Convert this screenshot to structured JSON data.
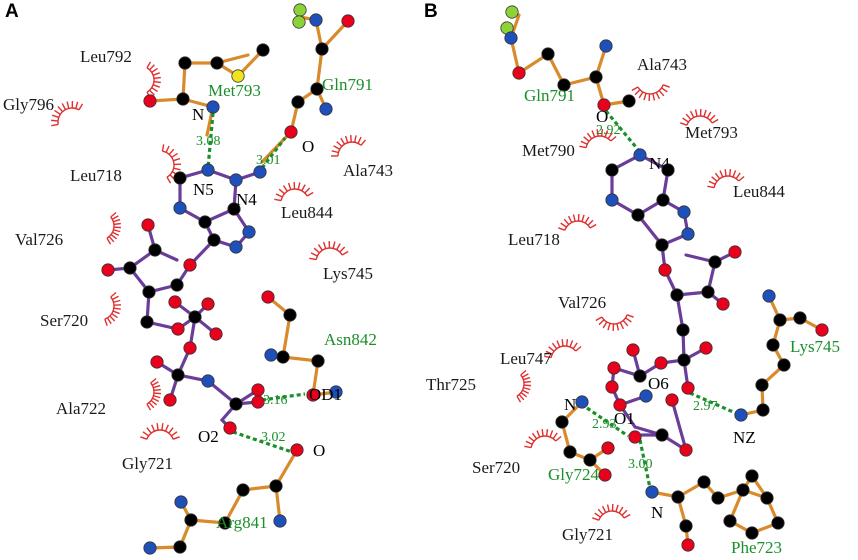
{
  "panels": [
    {
      "label": "A",
      "labels": [
        {
          "text": "Leu792",
          "g": false
        },
        {
          "text": "Met793",
          "g": true
        },
        {
          "text": "Gln791",
          "g": true
        },
        {
          "text": "Gly796",
          "g": false
        },
        {
          "text": "N",
          "g": false,
          "atom": true
        },
        {
          "text": "3.08",
          "dist": true
        },
        {
          "text": "O",
          "g": false,
          "atom": true
        },
        {
          "text": "3.01",
          "dist": true
        },
        {
          "text": "Leu718",
          "g": false
        },
        {
          "text": "N5",
          "g": false,
          "atom": true
        },
        {
          "text": "N4",
          "g": false,
          "atom": true
        },
        {
          "text": "Ala743",
          "g": false
        },
        {
          "text": "Leu844",
          "g": false
        },
        {
          "text": "Val726",
          "g": false
        },
        {
          "text": "Lys745",
          "g": false
        },
        {
          "text": "Ser720",
          "g": false
        },
        {
          "text": "Asn842",
          "g": true
        },
        {
          "text": "OD1",
          "g": false,
          "atom": true
        },
        {
          "text": "3.16",
          "dist": true
        },
        {
          "text": "Ala722",
          "g": false
        },
        {
          "text": "O2",
          "g": false,
          "atom": true
        },
        {
          "text": "3.02",
          "dist": true
        },
        {
          "text": "O",
          "g": false,
          "atom": true
        },
        {
          "text": "Gly721",
          "g": false
        },
        {
          "text": "Arg841",
          "g": true
        }
      ]
    },
    {
      "label": "B",
      "labels": [
        {
          "text": "Ala743",
          "g": false
        },
        {
          "text": "Gln791",
          "g": true
        },
        {
          "text": "O",
          "g": false,
          "atom": true
        },
        {
          "text": "2.92",
          "dist": true
        },
        {
          "text": "Met793",
          "g": false
        },
        {
          "text": "Met790",
          "g": false
        },
        {
          "text": "N4",
          "g": false,
          "atom": true
        },
        {
          "text": "Leu844",
          "g": false
        },
        {
          "text": "Leu718",
          "g": false
        },
        {
          "text": "Val726",
          "g": false
        },
        {
          "text": "Lys745",
          "g": true
        },
        {
          "text": "Leu747",
          "g": false
        },
        {
          "text": "Thr725",
          "g": false
        },
        {
          "text": "O6",
          "g": false,
          "atom": true
        },
        {
          "text": "N",
          "g": false,
          "atom": true
        },
        {
          "text": "O1",
          "g": false,
          "atom": true
        },
        {
          "text": "2.97",
          "dist": true
        },
        {
          "text": "2.93",
          "dist": true
        },
        {
          "text": "NZ",
          "g": false,
          "atom": true
        },
        {
          "text": "Ser720",
          "g": false
        },
        {
          "text": "Gly724",
          "g": true
        },
        {
          "text": "3.00",
          "dist": true
        },
        {
          "text": "N",
          "g": false,
          "atom": true
        },
        {
          "text": "Gly721",
          "g": false
        },
        {
          "text": "Phe723",
          "g": true
        }
      ]
    }
  ]
}
